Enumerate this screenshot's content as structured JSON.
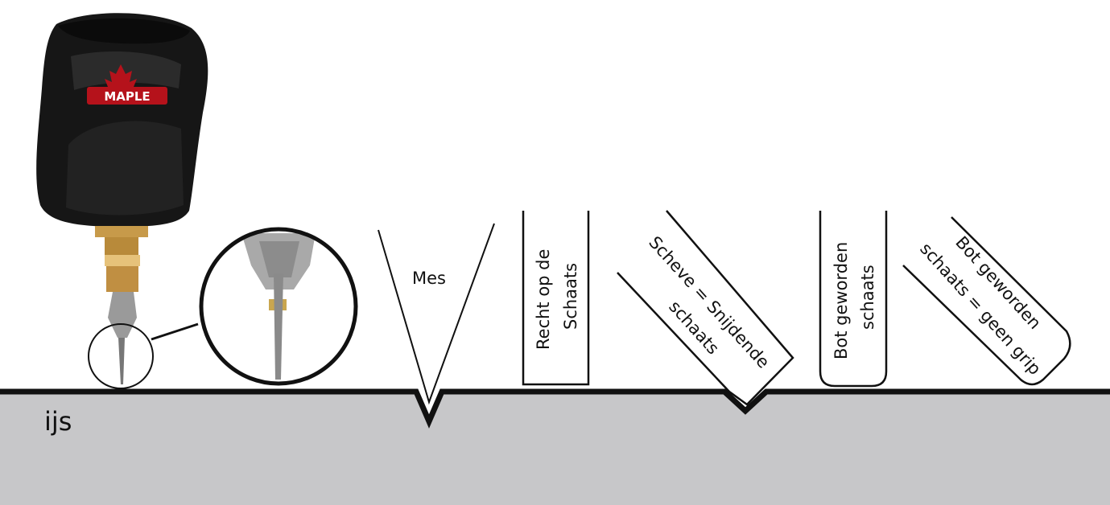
{
  "ice_label": "ijs",
  "colors": {
    "ice": "#c7c7c9",
    "ink": "#111111",
    "background": "#ffffff"
  },
  "blade_labels": {
    "knife": "Mes",
    "straight_line1": "Recht op de",
    "straight_line2": "Schaats",
    "tilted_line1": "Scheve = Snijdende",
    "tilted_line2": "schaats",
    "dull_line1": "Bot geworden",
    "dull_line2": "schaats",
    "dull_tilted_line1": "Bot geworden",
    "dull_tilted_line2": "schaats = geen grip"
  },
  "logo": {
    "text": "MAPLE"
  }
}
